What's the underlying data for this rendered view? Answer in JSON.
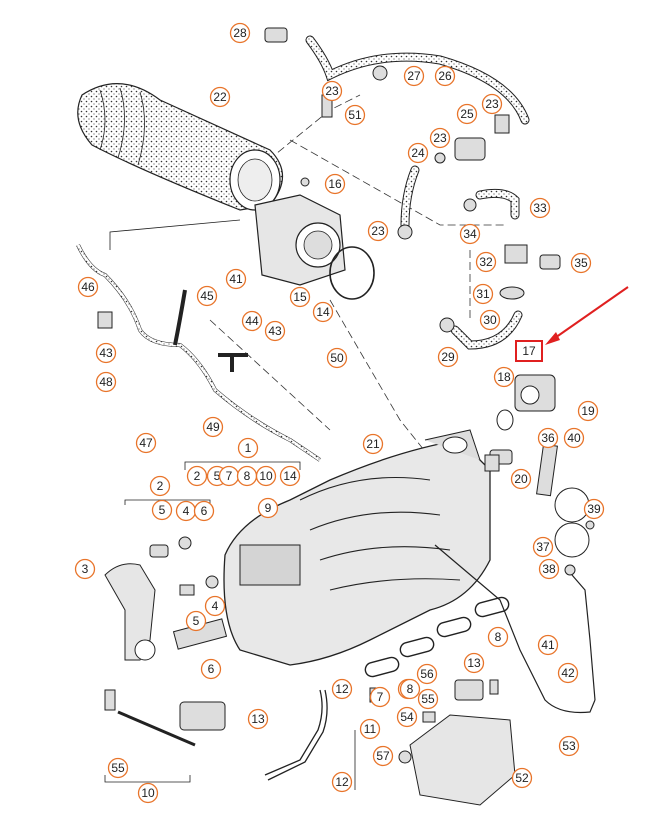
{
  "diagram": {
    "accent_color": "#e8742a",
    "highlight_color": "#e02020",
    "line_color": "#222222",
    "part_fill": "#d9d9d9",
    "highlighted_callout": "17",
    "callouts": [
      "28",
      "23",
      "27",
      "26",
      "22",
      "51",
      "25",
      "23",
      "16",
      "24",
      "23",
      "33",
      "23",
      "34",
      "32",
      "35",
      "46",
      "41",
      "45",
      "15",
      "14",
      "31",
      "43",
      "44",
      "43",
      "30",
      "29",
      "17",
      "50",
      "48",
      "18",
      "19",
      "47",
      "49",
      "36",
      "40",
      "21",
      "1",
      "20",
      "2",
      "5",
      "7",
      "8",
      "10",
      "14",
      "39",
      "2",
      "9",
      "37",
      "5",
      "4",
      "6",
      "3",
      "38",
      "5",
      "4",
      "8",
      "41",
      "8",
      "6",
      "42",
      "13",
      "12",
      "56",
      "55",
      "7",
      "8",
      "11",
      "54",
      "13",
      "57",
      "53",
      "55",
      "12",
      "52",
      "10"
    ]
  }
}
